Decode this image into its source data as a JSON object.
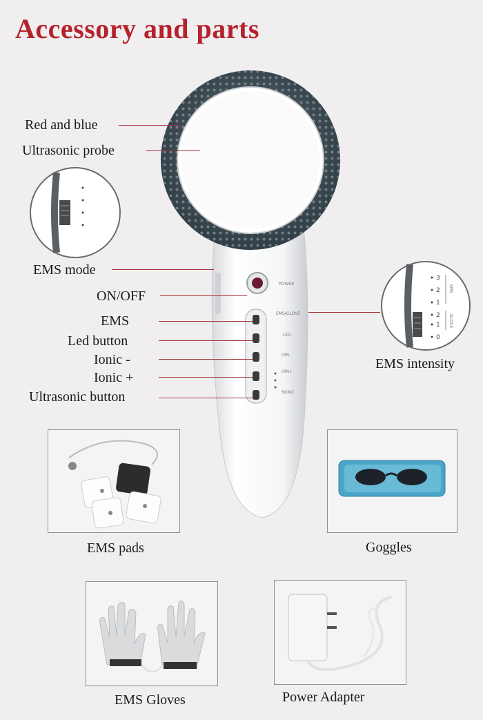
{
  "title": "Accessory and parts",
  "callouts": {
    "red_blue": "Red and blue",
    "ultrasonic_probe": "Ultrasonic probe",
    "ems_mode": "EMS mode",
    "on_off": "ON/OFF",
    "ems": "EMS",
    "led_button": "Led button",
    "ionic_minus": "Ionic -",
    "ionic_plus": "Ionic +",
    "ultrasonic_button": "Ultrasonic button",
    "ems_intensity": "EMS intensity"
  },
  "device_labels": {
    "power": "POWER",
    "ems_glove": "EMS/GLOVE",
    "led": "LED",
    "ion_minus": "ION-",
    "ion_plus": "ION+",
    "sonic": "SONIC"
  },
  "intensity_dial": {
    "ems_levels": [
      "3",
      "2",
      "1"
    ],
    "glove_levels": [
      "2",
      "1",
      "0"
    ],
    "ems_word": "EMS",
    "glove_word": "GLOVE"
  },
  "accessories": [
    {
      "label": "EMS pads"
    },
    {
      "label": "Goggles"
    },
    {
      "label": "EMS Gloves"
    },
    {
      "label": "Power Adapter"
    }
  ],
  "colors": {
    "title": "#b5222b",
    "callout_line": "#a2353a",
    "ring": "#3c4a52",
    "goggle_case": "#4aa6c9"
  }
}
